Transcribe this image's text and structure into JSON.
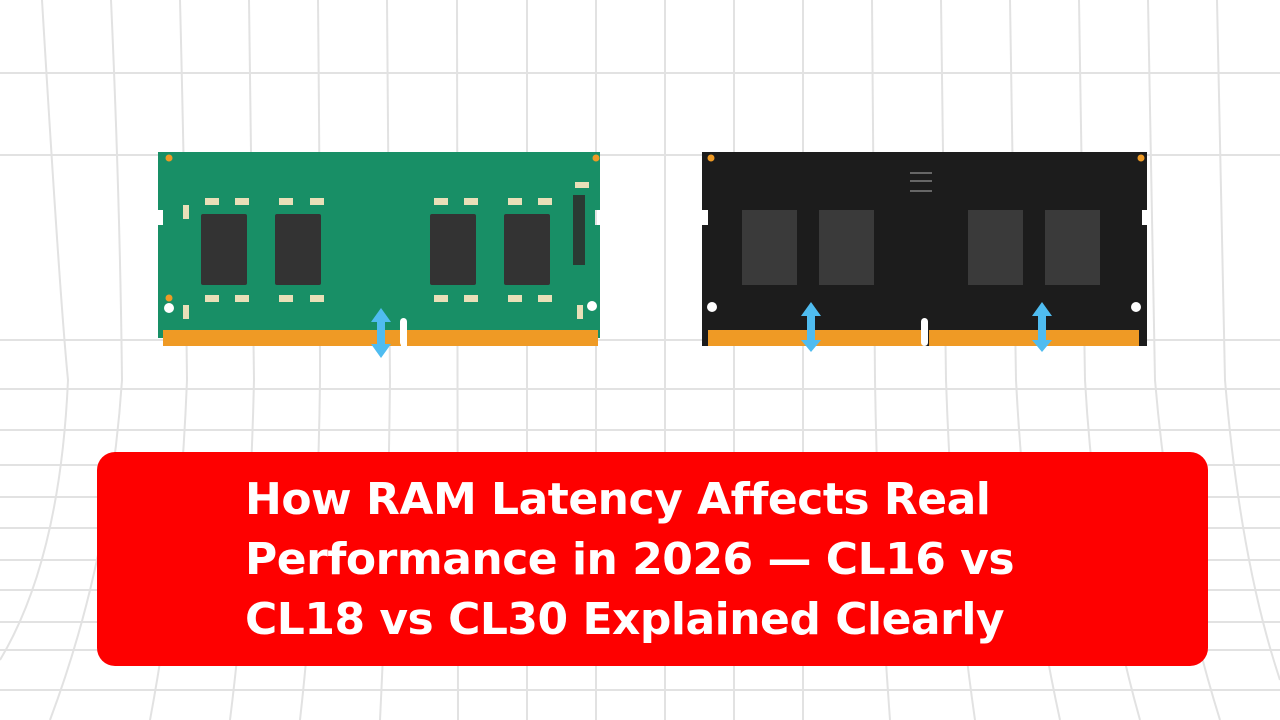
{
  "title": {
    "lines": [
      "How RAM Latency Affects Real",
      "Performance in 2026 — CL16 vs",
      "CL18 vs CL30 Explained Clearly"
    ]
  },
  "modules": [
    {
      "name": "green-so-dimm",
      "pcb_color": "#188f66",
      "chip_color": "#333333",
      "contact_color": "#ef9a25",
      "arrows": 1
    },
    {
      "name": "black-so-dimm",
      "pcb_color": "#1c1c1c",
      "chip_color": "#3a3a3a",
      "contact_color": "#ef9a25",
      "arrows": 2
    }
  ],
  "colors": {
    "banner": "#fe0000",
    "text": "#ffffff",
    "grid": "#e2e2e2",
    "arrow": "#4fbcf0"
  }
}
